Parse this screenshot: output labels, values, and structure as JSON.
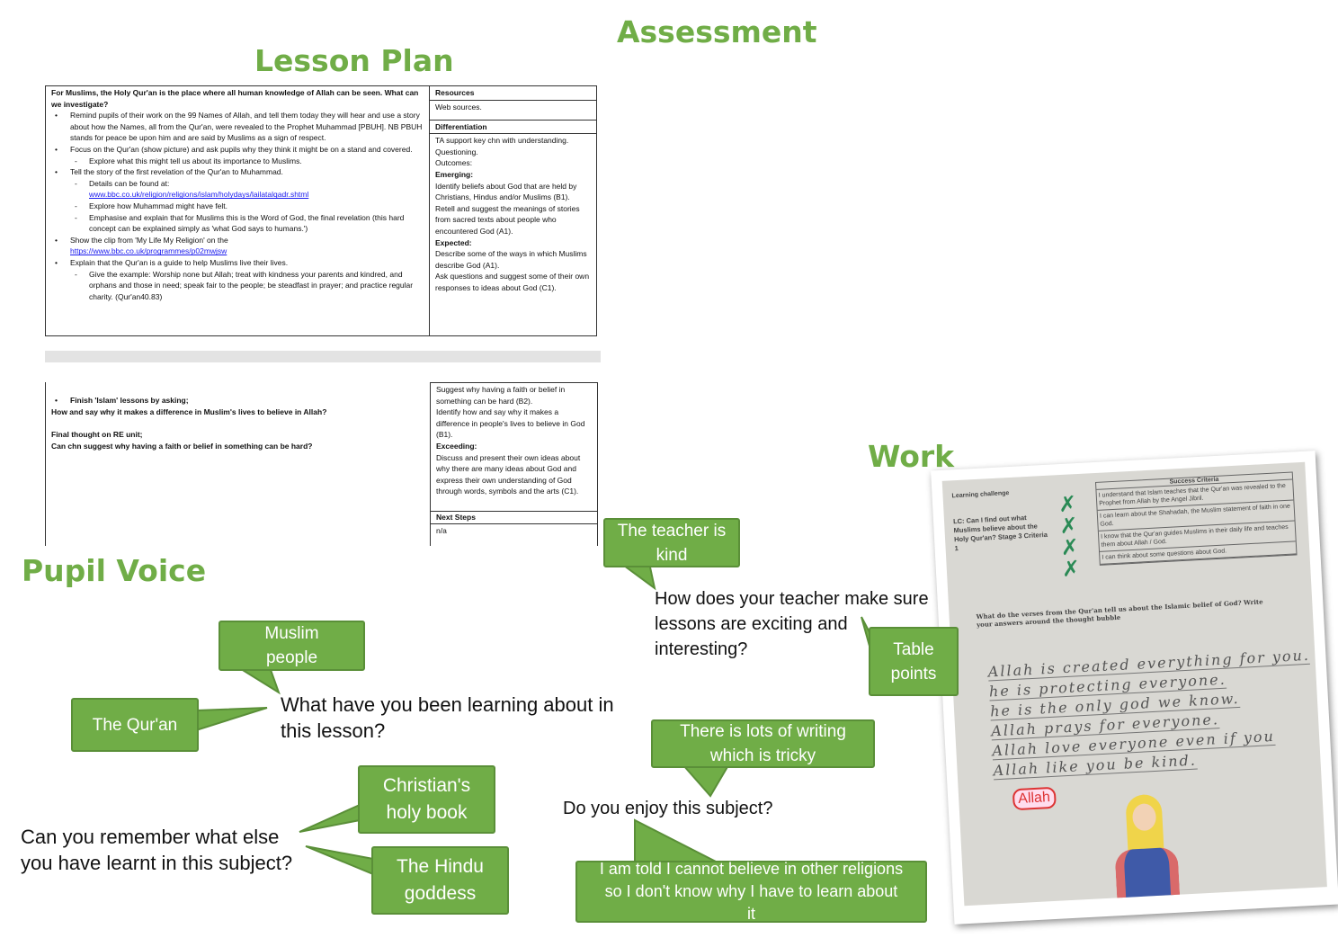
{
  "headings": {
    "assessment": "Assessment",
    "lesson_plan": "Lesson Plan",
    "work": "Work",
    "pupil_voice": "Pupil Voice"
  },
  "lesson_plan": {
    "intro": "For Muslims, the Holy Qur'an is the place where all human knowledge of Allah can be seen. What can we investigate?",
    "items": [
      {
        "type": "bullet",
        "text": "Remind pupils of their work on the 99 Names of Allah, and tell them today they will hear and use a story about how the Names, all from the Qur'an, were revealed to the Prophet Muhammad [PBUH]. NB PBUH stands for peace be upon him and are said by Muslims as a sign of respect."
      },
      {
        "type": "bullet",
        "text": "Focus on the Qur'an (show picture) and ask pupils why they think it might be on a stand and covered."
      },
      {
        "type": "sub",
        "text": "Explore what this might tell us about its importance to Muslims."
      },
      {
        "type": "bullet",
        "text": "Tell the story of the first revelation of the Qur'an to Muhammad."
      },
      {
        "type": "sub",
        "text": "Details can be found at:",
        "link": "www.bbc.co.uk/religion/religions/islam/holydays/lailatalqadr.shtml"
      },
      {
        "type": "sub",
        "text": "Explore how Muhammad might have felt."
      },
      {
        "type": "sub",
        "text": "Emphasise and explain that for Muslims this is the Word of God, the final revelation (this hard concept can be explained simply as 'what God says to humans.')"
      },
      {
        "type": "bullet",
        "text": "Show the clip from 'My Life My Religion' on the",
        "link": "https://www.bbc.co.uk/programmes/p02mwjsw"
      },
      {
        "type": "bullet",
        "text": "Explain that the Qur'an is a guide to help Muslims live their lives."
      },
      {
        "type": "sub",
        "text": "Give the example: Worship none but Allah; treat with kindness your parents and kindred, and orphans and those in need; speak fair to the people; be steadfast in prayer; and practice regular charity. (Qur'an40.83)"
      }
    ],
    "resources_label": "Resources",
    "resources": "Web sources.",
    "differentiation_label": "Differentiation",
    "differentiation": [
      "TA support key chn with understanding.",
      "Questioning.",
      "Outcomes:"
    ],
    "emerging_label": "Emerging:",
    "emerging": [
      "Identify beliefs about God that are held by Christians, Hindus and/or Muslims (B1).",
      "Retell and suggest the meanings of stories from sacred texts about people who encountered God (A1)."
    ],
    "expected_label": "Expected:",
    "expected": [
      "Describe some of the ways in which Muslims describe God (A1).",
      "Ask questions and suggest some of their own responses to ideas about God (C1)."
    ],
    "p2_bullet": "Finish 'Islam' lessons by asking;",
    "p2_q1": "How and say why it makes a difference in Muslim's lives to believe in Allah?",
    "p2_final": "Final thought on RE unit;",
    "p2_q2": "Can chn suggest why having a faith or belief in something can be hard?",
    "p2_right": [
      "Suggest why having a faith or belief in something can be hard (B2).",
      "Identify how and say why it makes a difference in people's lives to believe in God (B1)."
    ],
    "exceeding_label": "Exceeding:",
    "exceeding": "Discuss and present their own ideas about why there are many ideas about God and express their own understanding of God through words, symbols and the arts (C1).",
    "next_steps_label": "Next Steps",
    "next_steps": "n/a"
  },
  "questions": {
    "teacher": "How  does your teacher make sure lessons are exciting and interesting?",
    "learning": "What have you been learning about in this lesson?",
    "remember": "Can you remember what else you have learnt in this subject?",
    "enjoy": "Do you enjoy this subject?"
  },
  "callouts": {
    "teacher_kind": "The teacher is kind",
    "table_points": "Table points",
    "muslim_people": "Muslim people",
    "quran": "The Qur'an",
    "writing": "There is lots of writing which is tricky",
    "christian": "Christian's holy book",
    "hindu": "The Hindu goddess",
    "told": "I am told I cannot believe in other religions so I don't know why I have to learn about it"
  },
  "work": {
    "learning_challenge": "Learning challenge",
    "lc": "LC: Can I find out what Muslims believe about the Holy Qur'an? Stage 3 Criteria 1",
    "success_label": "Success Criteria",
    "criteria": [
      "I understand that Islam teaches that the Qur'an was revealed to the Prophet from Allah by the Angel Jibril.",
      "I can learn about the Shahadah, the Muslim statement of faith in one God.",
      "I know that the Qur'an guides Muslims in their daily life and teaches them about Allah / God.",
      "I can think about some questions about God."
    ],
    "task": "What do the verses from the Qur'an tell us about the Islamic belief of God? Write your answers around the thought bubble",
    "handwriting": [
      "Allah is created everything for you.",
      "he is protecting everyone.",
      "he is the only god we know.",
      "Allah prays for everyone.",
      "Allah love everyone even if you",
      "Allah like you be kind."
    ],
    "bubble": "Allah"
  }
}
